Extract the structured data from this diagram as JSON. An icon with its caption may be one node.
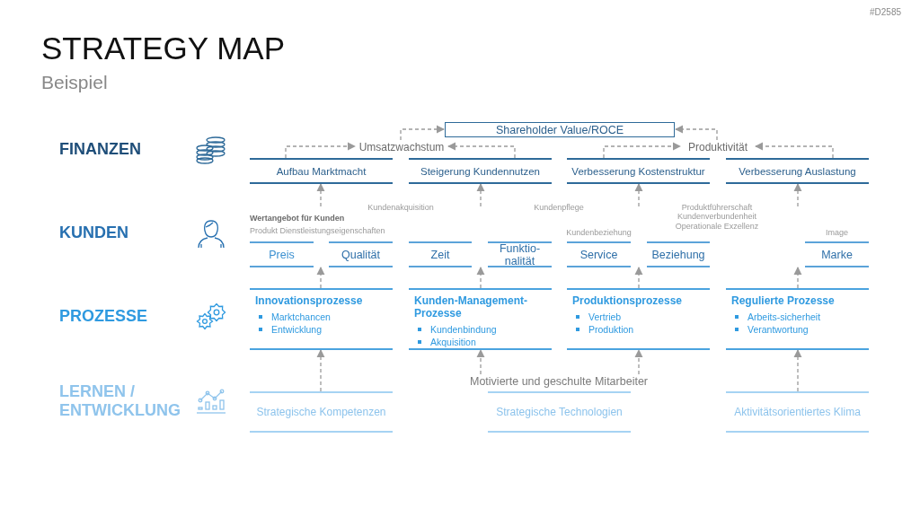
{
  "diagram": {
    "title": "STRATEGY MAP",
    "nodes": [
      {
        "text": [
          "Shareholder Value/ROCE"
        ]
      },
      {
        "text": [
          "Umsatzwachstum"
        ]
      },
      {
        "text": [
          "Produktivität"
        ]
      },
      {
        "text": [
          "Aufbau Marktmacht"
        ]
      },
      {
        "text": [
          "Steigerung Kundennutzen"
        ]
      },
      {
        "text": [
          "Verbesserung Kostenstruktur"
        ]
      },
      {
        "text": [
          "Verbesserung Auslastung"
        ]
      },
      {
        "text": [
          "Preis"
        ]
      },
      {
        "text": [
          "Qualität"
        ]
      },
      {
        "text": [
          "Zeit"
        ]
      },
      {
        "text": [
          "Funktio-nalität"
        ]
      },
      {
        "text": [
          "Service"
        ],
        "beside": [
          "Kundenbeziehung"
        ]
      },
      {
        "text": [
          "Beziehung"
        ]
      },
      {
        "text": [
          "Marke"
        ],
        "beside": [
          "Image"
        ]
      },
      {
        "text": [
          "Innovationsprozesse",
          "Marktchancen",
          "Entwicklung"
        ]
      },
      {
        "text": [
          "Kunden-Management-Prozesse",
          "Kundenbindung",
          "Akquisition"
        ]
      },
      {
        "text": [
          "Produktionsprozesse",
          "Vertrieb",
          "Produktion"
        ]
      },
      {
        "text": [
          "Regulierte Prozesse",
          "Arbeits-sicherheit",
          "Verantwortung"
        ]
      },
      {
        "text": [
          "Strategische Kompetenzen"
        ]
      },
      {
        "text": [
          "Strategische Technologien"
        ]
      },
      {
        "text": [
          "Aktivitätsorientiertes Klima"
        ]
      },
      {
        "text": [
          "Motivierte und geschulte Mitarbeiter"
        ]
      }
    ],
    "edges": [
      {
        "from": 3,
        "to": 1,
        "arrow": "to",
        "style": "dashed"
      },
      {
        "from": 4,
        "to": 1,
        "arrow": "to",
        "style": "dashed"
      },
      {
        "from": 5,
        "to": 2,
        "arrow": "to",
        "style": "dashed"
      },
      {
        "from": 6,
        "to": 2,
        "arrow": "to",
        "style": "dashed"
      },
      {
        "from": 1,
        "to": 0,
        "arrow": "to",
        "style": "dashed"
      },
      {
        "from": 2,
        "to": 0,
        "arrow": "to",
        "style": "dashed"
      },
      {
        "from": null,
        "to": 3,
        "arrow": "to",
        "style": "dashed"
      },
      {
        "from": null,
        "to": 4,
        "arrow": "to",
        "style": "dashed"
      },
      {
        "from": null,
        "to": 5,
        "arrow": "to",
        "style": "dashed"
      },
      {
        "from": null,
        "to": 6,
        "arrow": "to",
        "style": "dashed"
      },
      {
        "from": 14,
        "to": 7,
        "arrow": "to",
        "style": "dashed"
      },
      {
        "from": 15,
        "to": 9,
        "arrow": "to",
        "style": "dashed"
      },
      {
        "from": 16,
        "to": 11,
        "arrow": "to",
        "style": "dashed"
      },
      {
        "from": 17,
        "to": 13,
        "arrow": "to",
        "style": "dashed"
      },
      {
        "from": 18,
        "to": 14,
        "arrow": "to",
        "style": "dashed"
      },
      {
        "from": 21,
        "to": 15,
        "arrow": "to",
        "style": "dashed"
      },
      {
        "from": 21,
        "to": 16,
        "arrow": "to",
        "style": "dashed"
      },
      {
        "from": 20,
        "to": 17,
        "arrow": "to",
        "style": "dashed"
      }
    ],
    "labels": [
      "#D2585",
      "Beispiel",
      "FINANZEN",
      "KUNDEN",
      "PROZESSE",
      "LERNEN / ENTWICKLUNG",
      "Kundenakquisition",
      "Kundenpflege",
      "Produktführerschaft Kundenverbundenheit Operationale Exzellenz",
      "Wertangebot für Kunden",
      "Produkt Dienstleistungseigenschaften"
    ]
  }
}
